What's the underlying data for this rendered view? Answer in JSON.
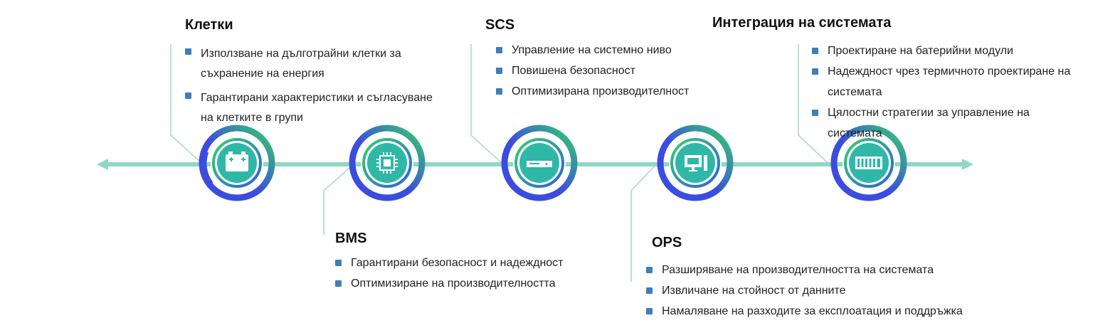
{
  "colors": {
    "ring_blue": "#3b4ce0",
    "ring_green": "#35d06a",
    "icon_fill": "#2fb8a8",
    "timeline": "#8ed8c4",
    "connector": "#a9d6c4",
    "bullet": "#3e7fb8"
  },
  "stages": [
    {
      "title": "Клетки",
      "icon": "battery-cells-icon",
      "items": [
        "Използване на дълготрайни клетки за съхранение на енергия",
        "Гарантирани характеристики и съгласуване на клетките в групи"
      ]
    },
    {
      "title": "BMS",
      "icon": "chip-icon",
      "items": [
        "Гарантирани безопасност и надеждност",
        "Оптимизиране на производителността"
      ]
    },
    {
      "title": "SCS",
      "icon": "rack-unit-icon",
      "items": [
        "Управление на системно ниво",
        "Повишена безопасност",
        "Оптимизирана производителност"
      ]
    },
    {
      "title": "OPS",
      "icon": "computer-monitor-icon",
      "items": [
        "Разширяване на производителността на системата",
        "Извличане на стойност от данните",
        "Намаляване на разходите за експлоатация и поддръжка"
      ]
    },
    {
      "title": "Интеграция на системата",
      "icon": "battery-module-icon",
      "items": [
        "Проектиране на батерийни модули",
        "Надеждност чрез термичното проектиране на системата",
        "Цялостни стратегии за управление на системата"
      ]
    }
  ]
}
